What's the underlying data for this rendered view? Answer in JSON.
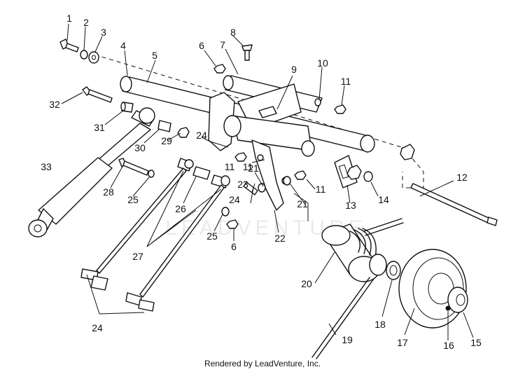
{
  "diagram": {
    "watermark": "LEADVENTURE",
    "credit": "Rendered by LeadVenture, Inc.",
    "labels": [
      "1",
      "2",
      "3",
      "4",
      "5",
      "6",
      "7",
      "8",
      "9",
      "10",
      "11",
      "11",
      "11",
      "11",
      "12",
      "13",
      "14",
      "15",
      "16",
      "17",
      "18",
      "19",
      "20",
      "21",
      "21",
      "22",
      "23",
      "24",
      "24",
      "24",
      "25",
      "25",
      "26",
      "27",
      "28",
      "29",
      "30",
      "31",
      "32",
      "33",
      "6"
    ]
  }
}
